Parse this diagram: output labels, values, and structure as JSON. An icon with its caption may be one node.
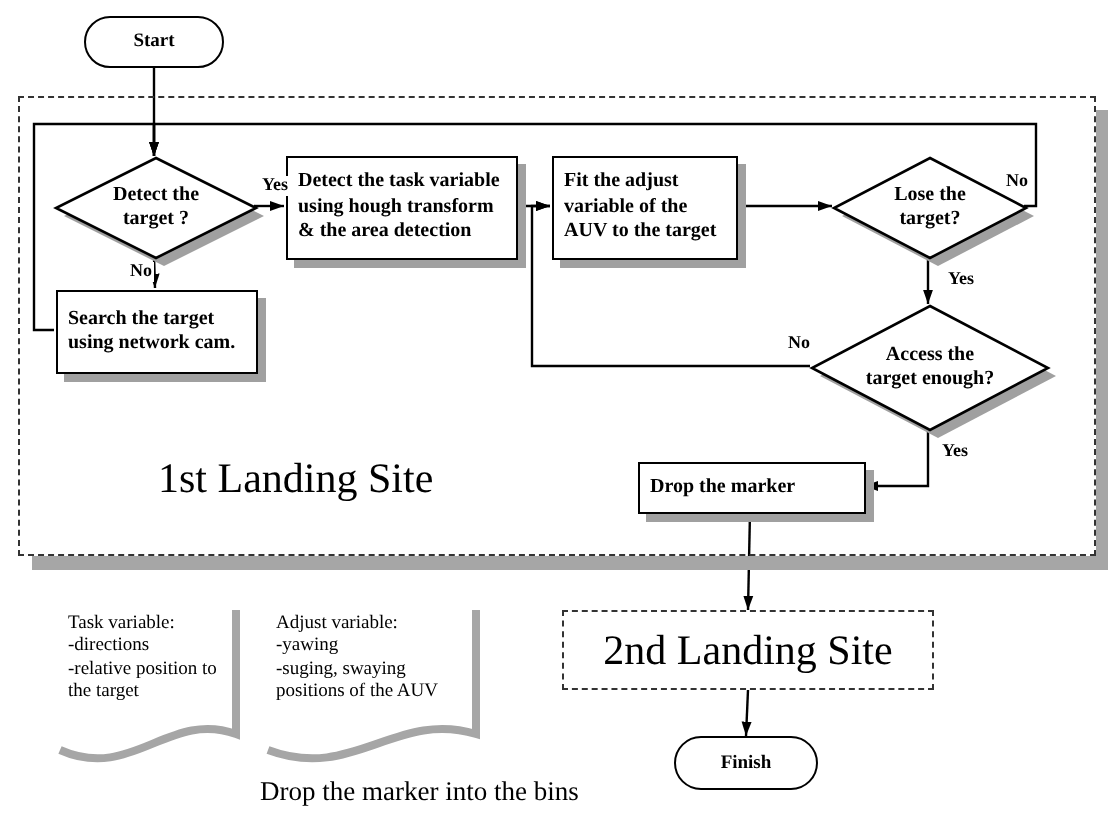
{
  "diagram": {
    "nodes": [
      {
        "text": [
          "Start"
        ]
      },
      {
        "text": [
          "1st Landing Site"
        ]
      },
      {
        "text": [
          "Detect the target ?"
        ],
        "in": 1
      },
      {
        "text": [
          "Detect the task variable using hough transform & the area detection"
        ],
        "in": 1
      },
      {
        "text": [
          "Search the target using network cam."
        ],
        "in": 1
      },
      {
        "text": [
          "Fit the adjust variable of the AUV to the target"
        ],
        "in": 1
      },
      {
        "text": [
          "Lose the target?"
        ],
        "in": 1
      },
      {
        "text": [
          "Access the target enough?"
        ],
        "in": 1
      },
      {
        "text": [
          "Drop the marker"
        ],
        "in": 1
      },
      {
        "text": [
          "2nd Landing Site"
        ]
      },
      {
        "text": [
          "Finish"
        ]
      },
      {
        "text": [
          "Task variable:",
          "-directions",
          "-relative position to the target"
        ]
      },
      {
        "text": [
          "Adjust variable:",
          "-yawing",
          "-suging, swaying positions of the AUV"
        ]
      }
    ],
    "edges": [
      {
        "from": 0,
        "to": 2,
        "arrow": "to"
      },
      {
        "from": 2,
        "to": 3,
        "arrow": "to",
        "label": "Yes"
      },
      {
        "from": 2,
        "to": 4,
        "arrow": "to",
        "label": "No"
      },
      {
        "from": 4,
        "to": 2,
        "arrow": "to"
      },
      {
        "from": 6,
        "to": 2,
        "arrow": "to",
        "label": "No"
      },
      {
        "from": 3,
        "to": 5,
        "arrow": "to"
      },
      {
        "from": 5,
        "to": 6,
        "arrow": "to"
      },
      {
        "from": 6,
        "to": 7,
        "arrow": "to",
        "label": "Yes"
      },
      {
        "from": 7,
        "to": 5,
        "arrow": "to",
        "label": "No"
      },
      {
        "from": 7,
        "to": 8,
        "arrow": "to",
        "label": "Yes"
      },
      {
        "from": 8,
        "to": 9,
        "arrow": "to"
      },
      {
        "from": 9,
        "to": 10,
        "arrow": "to"
      }
    ],
    "labels": [
      "Drop the marker into the bins"
    ]
  }
}
